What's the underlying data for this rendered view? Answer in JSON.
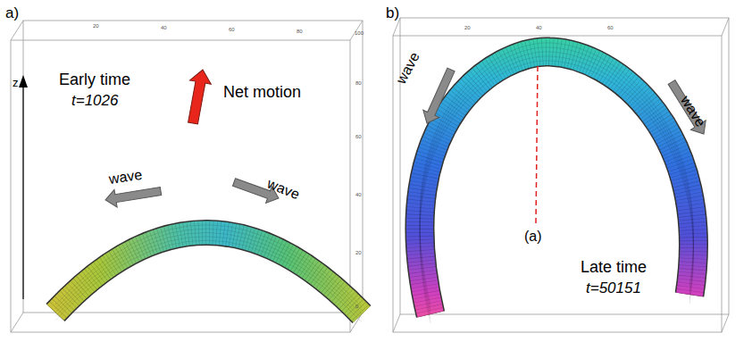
{
  "diagram": {
    "labels": [
      "a)",
      "b)",
      "z",
      "Early time",
      "t=1026",
      "Net motion",
      "wave",
      "wave",
      "wave",
      "wave",
      "(a)",
      "Late time",
      "t=50151",
      "20",
      "40",
      "60",
      "80",
      "100",
      "80",
      "60",
      "40",
      "20",
      "0",
      "20",
      "40",
      "60"
    ]
  }
}
